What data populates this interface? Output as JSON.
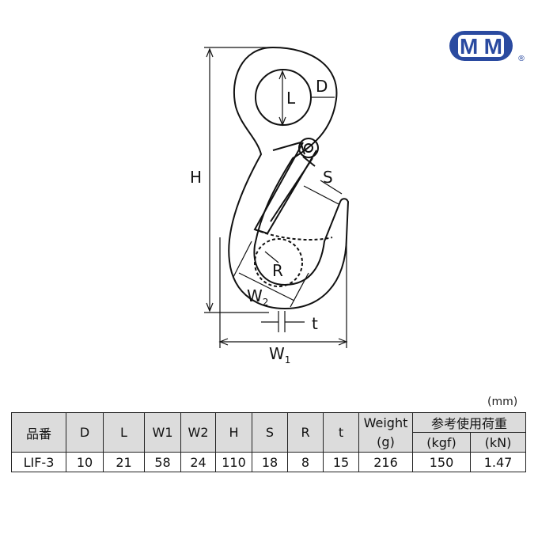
{
  "logo": {
    "text": "MM",
    "registered": "®",
    "color": "#2a4aa0"
  },
  "dimensions": {
    "H": "H",
    "L": "L",
    "D": "D",
    "S": "S",
    "R": "R",
    "W2": "W",
    "W2_sub": "2",
    "W1": "W",
    "W1_sub": "1",
    "t": "t"
  },
  "unit": "(mm)",
  "table": {
    "headers": [
      "品番",
      "D",
      "L",
      "W1",
      "W2",
      "H",
      "S",
      "R",
      "t"
    ],
    "weight_header": "Weight",
    "weight_unit": "(g)",
    "load_header": "参考使用荷重",
    "load_units": [
      "(kgf)",
      "(kN)"
    ],
    "rows": [
      [
        "LIF-3",
        "10",
        "21",
        "58",
        "24",
        "110",
        "18",
        "8",
        "15",
        "216",
        "150",
        "1.47"
      ]
    ]
  }
}
